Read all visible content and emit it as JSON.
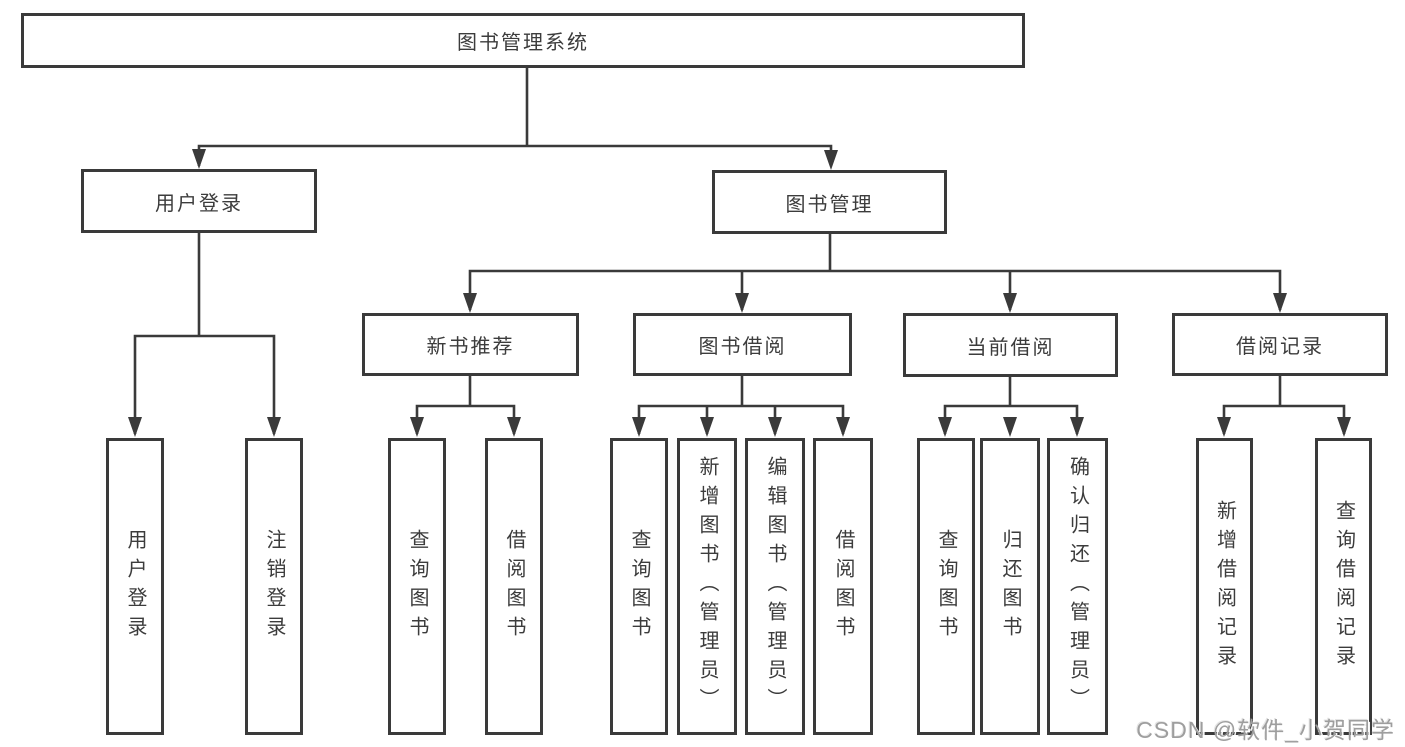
{
  "tree": {
    "label": "图书管理系统",
    "children": [
      {
        "label": "用户登录",
        "children": [
          {
            "label": "用户登录"
          },
          {
            "label": "注销登录"
          }
        ]
      },
      {
        "label": "图书管理",
        "children": [
          {
            "label": "新书推荐",
            "children": [
              {
                "label": "查询图书"
              },
              {
                "label": "借阅图书"
              }
            ]
          },
          {
            "label": "图书借阅",
            "children": [
              {
                "label": "查询图书"
              },
              {
                "label": "新增图书（管理员）"
              },
              {
                "label": "编辑图书（管理员）"
              },
              {
                "label": "借阅图书"
              }
            ]
          },
          {
            "label": "当前借阅",
            "children": [
              {
                "label": "查询图书"
              },
              {
                "label": "归还图书"
              },
              {
                "label": "确认归还（管理员）"
              }
            ]
          },
          {
            "label": "借阅记录",
            "children": [
              {
                "label": "新增借阅记录"
              },
              {
                "label": "查询借阅记录"
              }
            ]
          }
        ]
      }
    ]
  },
  "watermark": {
    "text": "CSDN @软件_小贺同学"
  },
  "colors": {
    "line": "#3a3a3a",
    "text": "#3c3c3c",
    "background": "#ffffff",
    "watermark": "#9e9e9e"
  }
}
